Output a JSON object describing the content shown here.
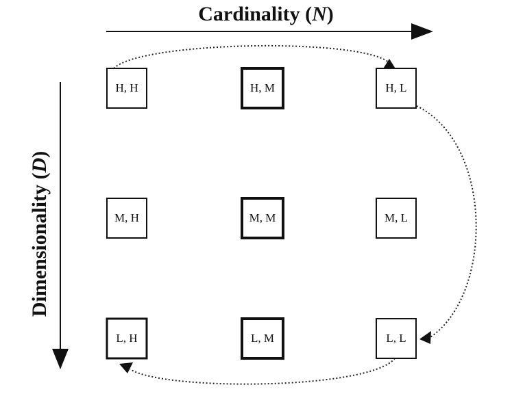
{
  "x_axis_title": {
    "text": "Cardinality (",
    "var": "N",
    "close": ")"
  },
  "y_axis_title": {
    "text": "Dimensionality (",
    "var": "D",
    "close": ")"
  },
  "cells": [
    {
      "label": "H, H",
      "emphasis": "normal"
    },
    {
      "label": "H, M",
      "emphasis": "bold"
    },
    {
      "label": "H, L",
      "emphasis": "normal"
    },
    {
      "label": "M, H",
      "emphasis": "normal"
    },
    {
      "label": "M, M",
      "emphasis": "bold"
    },
    {
      "label": "M, L",
      "emphasis": "normal"
    },
    {
      "label": "L, H",
      "emphasis": "normal"
    },
    {
      "label": "L, M",
      "emphasis": "bold"
    },
    {
      "label": "L, L",
      "emphasis": "normal"
    }
  ],
  "colors": {
    "ink": "#111111",
    "background": "#ffffff"
  }
}
